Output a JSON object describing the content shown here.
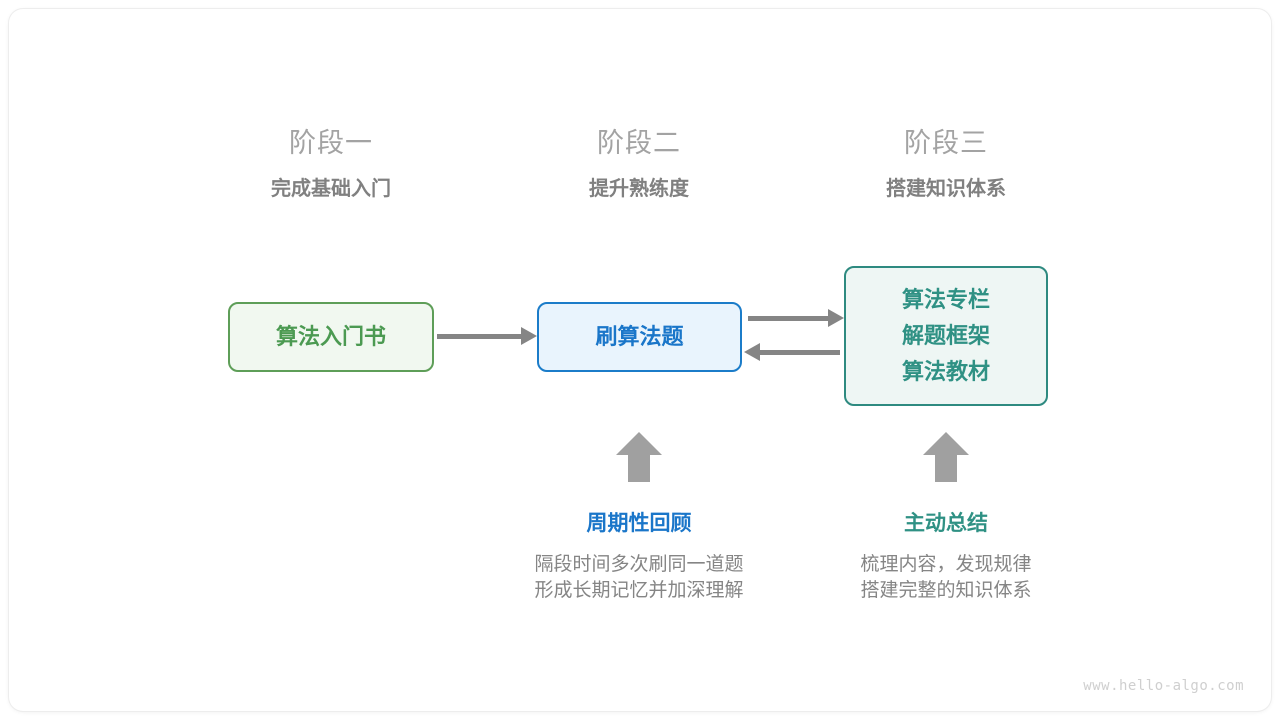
{
  "stages": [
    {
      "title": "阶段一",
      "subtitle": "完成基础入门"
    },
    {
      "title": "阶段二",
      "subtitle": "提升熟练度"
    },
    {
      "title": "阶段三",
      "subtitle": "搭建知识体系"
    }
  ],
  "nodes": {
    "book": {
      "label": "算法入门书",
      "fill": "#f1f8f0",
      "border": "#5e9e58",
      "text": "#4c9a52"
    },
    "practice": {
      "label": "刷算法题",
      "fill": "#e9f4fd",
      "border": "#1b7cc9",
      "text": "#1a76c9"
    },
    "resources": {
      "lines": [
        "算法专栏",
        "解题框架",
        "算法教材"
      ],
      "fill": "#eef6f4",
      "border": "#2e8a80",
      "text": "#2f9184"
    }
  },
  "connectors": {
    "color": "#858585",
    "book_to_practice": "arrow-right",
    "practice_to_resources": "arrow-right",
    "resources_to_practice": "arrow-left",
    "review_up": "arrow-up",
    "summary_up": "arrow-up"
  },
  "annotations": [
    {
      "title": "周期性回顾",
      "color": "#1a76c9",
      "desc_line1": "隔段时间多次刷同一道题",
      "desc_line2": "形成长期记忆并加深理解"
    },
    {
      "title": "主动总结",
      "color": "#2f9184",
      "desc_line1": "梳理内容，发现规律",
      "desc_line2": "搭建完整的知识体系"
    }
  ],
  "watermark": "www.hello-algo.com"
}
